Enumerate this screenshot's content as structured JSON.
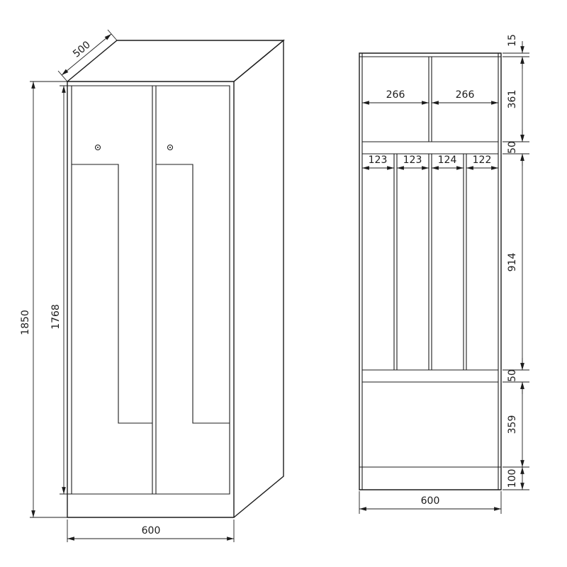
{
  "drawing": {
    "front_view": {
      "depth": "500",
      "height": "1850",
      "door_height": "1768",
      "width": "600"
    },
    "section_view": {
      "top_panel": "15",
      "upper_left_width": "266",
      "upper_right_width": "266",
      "upper_height": "361",
      "shelf_upper": "50",
      "slots": [
        "123",
        "123",
        "124",
        "122"
      ],
      "middle_height": "914",
      "shelf_lower": "50",
      "lower_height": "359",
      "plinth": "100",
      "width": "600"
    },
    "colors": {
      "line": "#1c1c1c",
      "background": "#ffffff"
    }
  }
}
